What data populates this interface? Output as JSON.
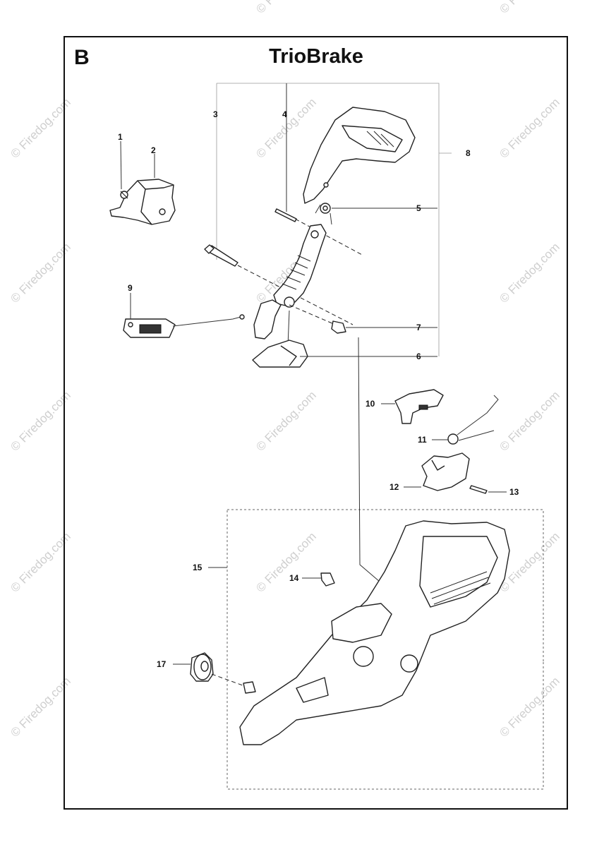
{
  "section_letter": "B",
  "title": "TrioBrake",
  "watermark": "© Firedog.com",
  "callouts": {
    "c1": "1",
    "c2": "2",
    "c3": "3",
    "c4": "4",
    "c5": "5",
    "c6": "6",
    "c7": "7",
    "c8": "8",
    "c9": "9",
    "c10": "10",
    "c11": "11",
    "c12": "12",
    "c13": "13",
    "c14": "14",
    "c15": "15",
    "c17": "17"
  }
}
